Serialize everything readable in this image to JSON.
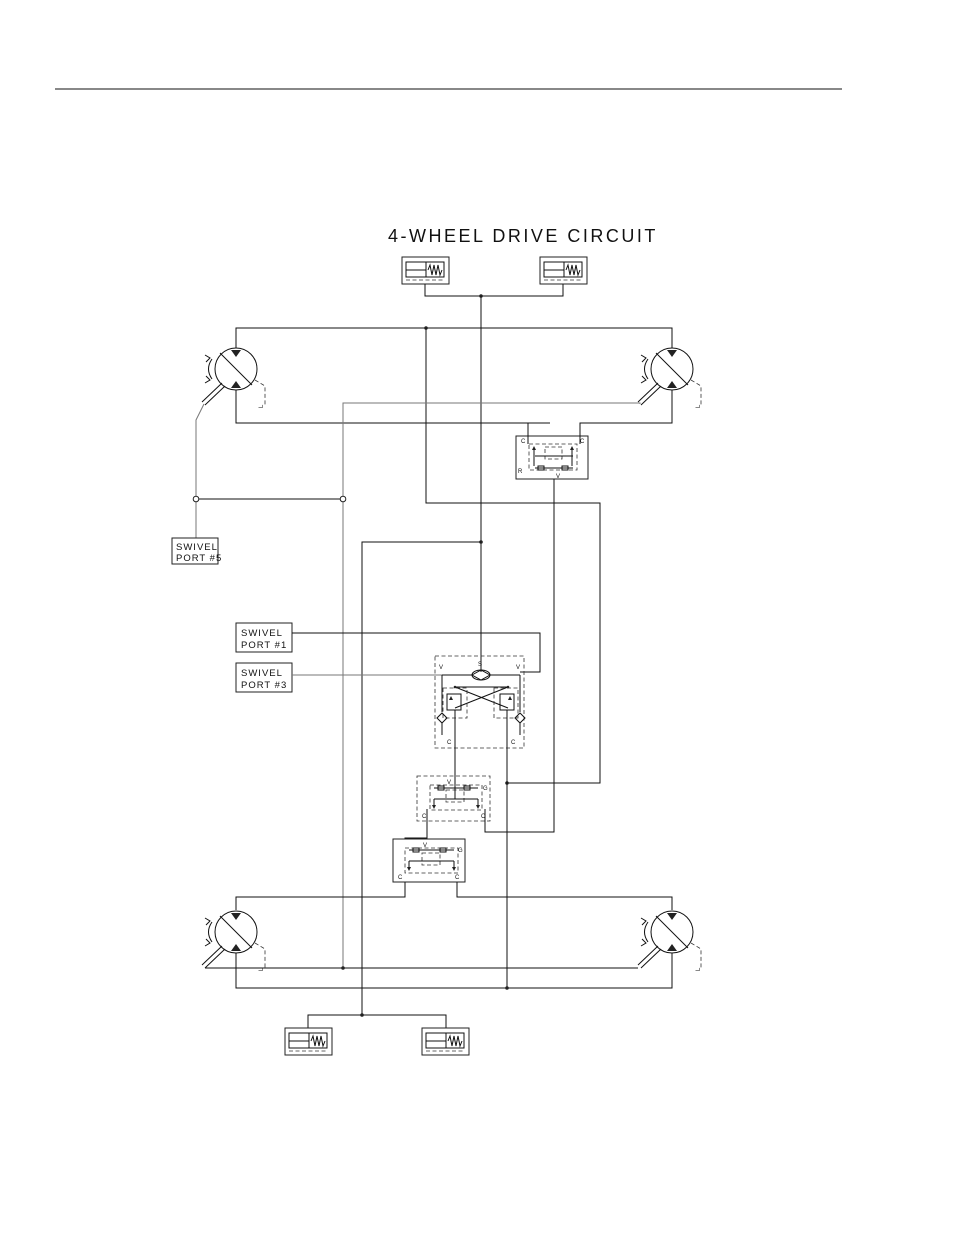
{
  "title": "4-WHEEL DRIVE CIRCUIT",
  "labels": {
    "swivel_port_5": [
      "SWIVEL",
      "PORT #5"
    ],
    "swivel_port_1": [
      "SWIVEL",
      "PORT #1"
    ],
    "swivel_port_3": [
      "SWIVEL",
      "PORT #3"
    ]
  },
  "port_letters": {
    "c": "C",
    "v": "V",
    "s": "S",
    "g": "G",
    "r": "R",
    "l": "L"
  },
  "colors": {
    "line": "#111111",
    "secondary_line": "#777777",
    "background": "#ffffff"
  }
}
